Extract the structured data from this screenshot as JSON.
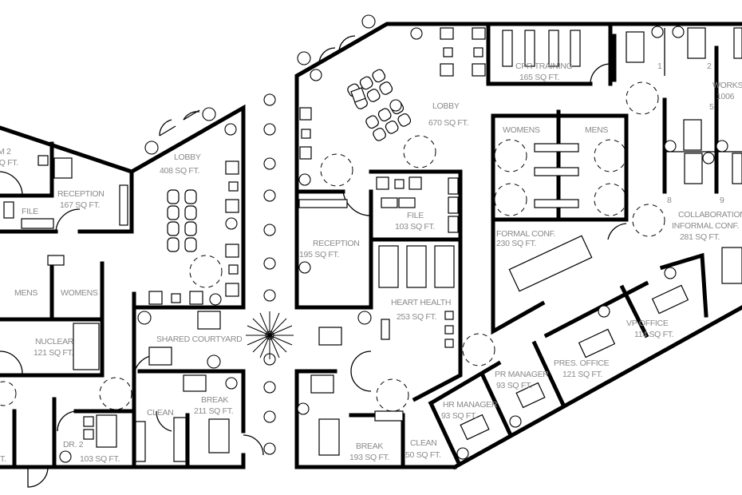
{
  "plan": {
    "left_wing": {
      "room2": {
        "name": "M 2",
        "area": "SQ FT."
      },
      "reception": {
        "name": "RECEPTION",
        "area": "167 SQ FT."
      },
      "file": {
        "name": "FILE"
      },
      "lobby": {
        "name": "LOBBY",
        "area": "408 SQ FT."
      },
      "mens": {
        "name": "MENS"
      },
      "womens": {
        "name": "WOMENS"
      },
      "nuclear": {
        "name": "NUCLEAR",
        "area": "121 SQ FT."
      },
      "courtyard": {
        "name": "SHARED COURTYARD"
      },
      "break": {
        "name": "BREAK",
        "area": "211 SQ FT."
      },
      "clean": {
        "name": "CLEAN"
      },
      "dr2": {
        "name": "DR. 2",
        "area": "103 SQ FT."
      },
      "partial_area": "T."
    },
    "right_wing": {
      "lobby": {
        "name": "LOBBY",
        "area": "670 SQ FT."
      },
      "cpr": {
        "name": "CPR TRAINING",
        "area": "165 SQ FT."
      },
      "womens": {
        "name": "WOMENS"
      },
      "mens": {
        "name": "MENS"
      },
      "reception": {
        "name": "RECEPTION",
        "area": "195 SQ FT."
      },
      "file": {
        "name": "FILE",
        "area": "103 SQ FT."
      },
      "heart": {
        "name": "HEART HEALTH",
        "area": "253 SQ FT."
      },
      "formal_conf": {
        "name": "FORMAL CONF.",
        "area": "230 SQ FT."
      },
      "workstations": {
        "name": "WORKST",
        "area": "1006",
        "numbers": [
          "1",
          "2",
          "5",
          "8",
          "9"
        ]
      },
      "collab": {
        "name1": "COLLABORATION",
        "name2": "INFORMAL CONF.",
        "area": "281 SQ FT."
      },
      "vp": {
        "name": "VP OFFICE",
        "area": "114 SQ FT."
      },
      "pres": {
        "name": "PRES. OFFICE",
        "area": "121 SQ FT."
      },
      "pr": {
        "name": "PR MANAGER",
        "area": "93 SQ FT."
      },
      "hr": {
        "name": "HR MANAGER",
        "area": "93 SQ FT."
      },
      "break": {
        "name": "BREAK",
        "area": "193 SQ FT."
      },
      "clean": {
        "name": "CLEAN",
        "area": "50 SQ FT."
      }
    }
  }
}
